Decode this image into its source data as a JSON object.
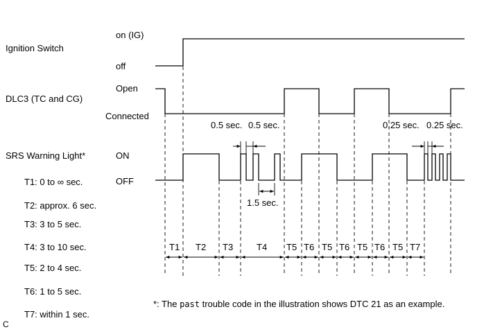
{
  "signals": {
    "ignition": {
      "name": "Ignition Switch",
      "high": "on (IG)",
      "low": "off"
    },
    "dlc3": {
      "name": "DLC3 (TC and CG)",
      "high": "Open",
      "low": "Connected"
    },
    "srs": {
      "name": "SRS Warning Light*",
      "high": "ON",
      "low": "OFF"
    }
  },
  "timing_notes": {
    "half_a": "0.5 sec.",
    "half_b": "0.5 sec.",
    "quarter_a": "0.25 sec.",
    "quarter_b": "0.25 sec.",
    "one_half": "1.5 sec."
  },
  "legend": [
    "T1: 0 to ∞ sec.",
    "T2: approx. 6 sec.",
    "T3: 3 to 5 sec.",
    "T4: 3 to 10 sec.",
    "T5: 2 to 4 sec.",
    "T6: 1 to 5 sec.",
    "T7: within 1 sec."
  ],
  "periods": [
    "T1",
    "T2",
    "T3",
    "T4",
    "T5",
    "T6",
    "T5",
    "T6",
    "T5",
    "T6",
    "T5",
    "T7"
  ],
  "footnote": {
    "prefix": "*: The ",
    "code_word": "past",
    "suffix": " trouble code in the illustration shows DTC 21 as an example."
  },
  "corner_mark": "C"
}
